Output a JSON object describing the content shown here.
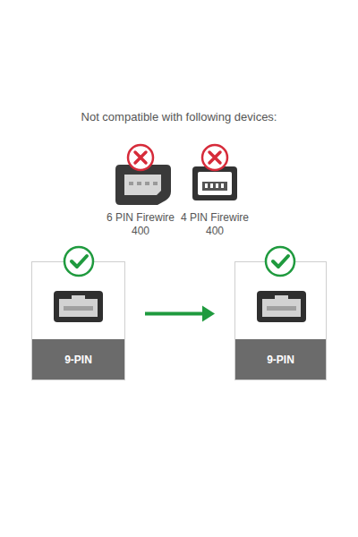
{
  "diagram": {
    "title": "Not compatible with following devices:",
    "nodes": [
      {
        "text": [
          "9-PIN"
        ]
      },
      {
        "text": [
          "9-PIN"
        ]
      }
    ],
    "edges": [
      {
        "from": 0,
        "to": 1,
        "arrow": "to"
      }
    ],
    "labels": [
      "6 PIN Firewire 400",
      "4 PIN Firewire 400"
    ]
  }
}
